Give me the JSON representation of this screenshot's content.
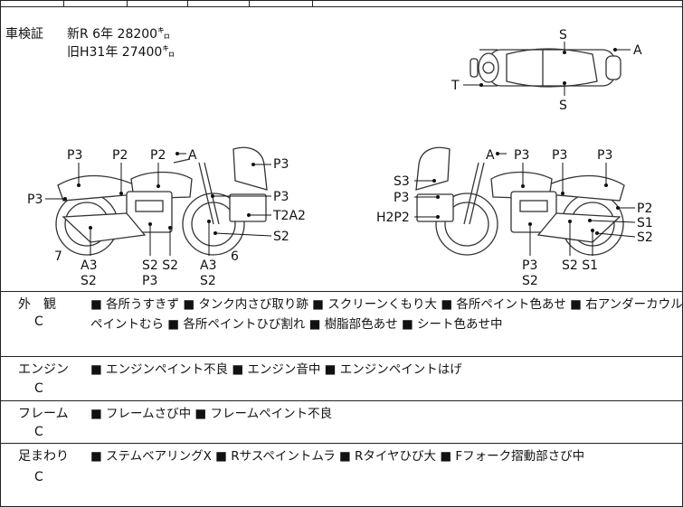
{
  "inspection": {
    "label": "車検証",
    "new_line": "新R  6年  28200㌔",
    "old_line": "旧H31年  27400㌔"
  },
  "top_view_labels": {
    "s_top": "S",
    "a": "A",
    "t": "T",
    "s_bottom": "S"
  },
  "left_view_labels": {
    "p3_a": "P3",
    "p2_a": "P2",
    "p2_b": "P2",
    "a": "A",
    "p3_b": "P3",
    "p3_left": "P3",
    "p3_c": "P3",
    "t2a2": "T2A2",
    "s2_right": "S2",
    "six": "6",
    "seven": "7",
    "a3_left": "A3",
    "s2_left": "S2",
    "s2s2": "S2 S2",
    "p3_bottom": "P3",
    "a3_mid": "A3",
    "s2_mid": "S2"
  },
  "right_view_labels": {
    "a": "A",
    "p3_a": "P3",
    "p3_b": "P3",
    "p3_c": "P3",
    "s3": "S3",
    "p3_left": "P3",
    "h2p2": "H2P2",
    "p2": "P2",
    "s1_a": "S1",
    "s2_a": "S2",
    "p3_bottom": "P3",
    "s2_bottom": "S2",
    "s2s1": "S2  S1"
  },
  "sections": [
    {
      "title": "外　観",
      "grade": "C",
      "line1": "■ 各所うすきず ■ タンク内さび取り跡 ■ スクリーンくもり大 ■ 各所ペイント色あせ ■ 右アンダーカウル",
      "line2": "ペイントむら ■ 各所ペイントひび割れ ■ 樹脂部色あせ ■ シート色あせ中"
    },
    {
      "title": "エンジン",
      "grade": "C",
      "line1": "■ エンジンペイント不良 ■ エンジン音中 ■ エンジンペイントはげ"
    },
    {
      "title": "フレーム",
      "grade": "C",
      "line1": "■ フレームさび中 ■ フレームペイント不良"
    },
    {
      "title": "足まわり",
      "grade": "C",
      "line1": "■ ステムベアリングX ■ Rサスペイントムラ ■ Rタイヤひび大 ■ Fフォーク摺動部さび中"
    }
  ]
}
